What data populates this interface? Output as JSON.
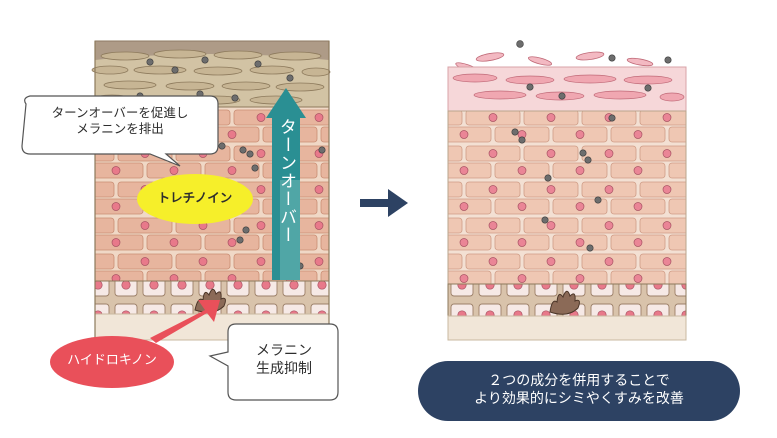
{
  "callouts": {
    "turnover_note": [
      "ターンオーバーを促進し",
      "メラニンを排出"
    ],
    "melanin_note": [
      "メラニン",
      "生成抑制"
    ],
    "result": [
      "２つの成分を併用することで",
      "より効果的にシミやくすみを改善"
    ]
  },
  "labels": {
    "tretinoin": "トレチノイン",
    "hydroquinone": "ハイドロキノン",
    "turnover_arrow": "ターンオーバー"
  },
  "colors": {
    "teal": "#2a8f93",
    "navy": "#2d4263",
    "yellow": "#f6ef2a",
    "red": "#e9505a",
    "brick": "#e7b59e",
    "nucleus": "#e8798a",
    "melanin_dot": "#6d6d6d"
  }
}
